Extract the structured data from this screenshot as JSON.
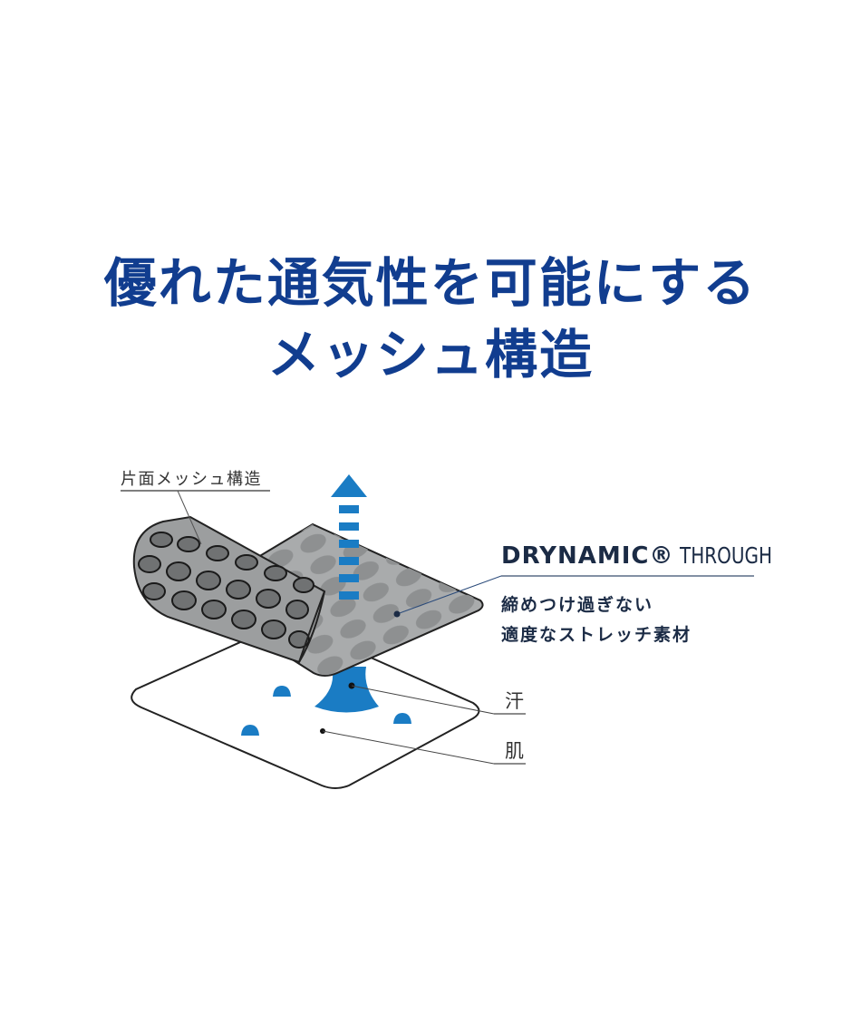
{
  "headline": {
    "line1": "優れた通気性を可能にする",
    "line2": "メッシュ構造"
  },
  "diagram": {
    "mesh_label": "片面メッシュ構造",
    "brand_name": "DRYNAMIC®",
    "brand_suffix": "THROUGH",
    "description_line1": "締めつけ過ぎない",
    "description_line2": "適度なストレッチ素材",
    "sweat_label": "汗",
    "skin_label": "肌",
    "icons": [
      "upward-dashed-arrow-icon",
      "sweat-drop-icon"
    ],
    "colors": {
      "headline": "#113d8f",
      "accent_blue": "#1a7cc4",
      "fabric_gray": "#a7a9aa",
      "mesh_dark": "#555555"
    }
  }
}
